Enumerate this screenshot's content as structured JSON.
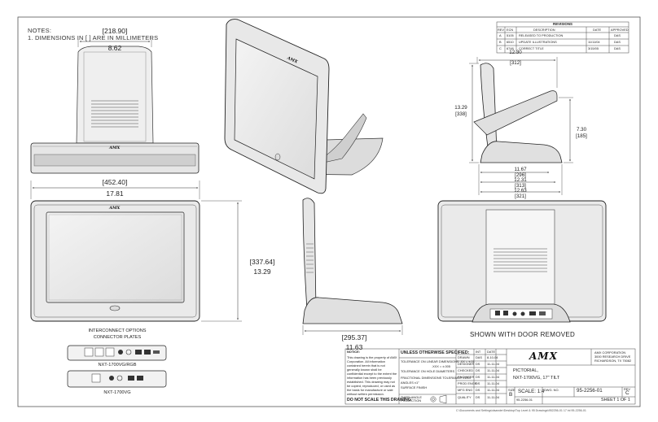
{
  "notes": {
    "heading": "NOTES:",
    "line1": "1. DIMENSIONS IN [ ] ARE IN MILLIMETERS"
  },
  "brand": {
    "logo": "AMX"
  },
  "dimensions": {
    "top_width_mm": "[218.90]",
    "top_width_in": "8.62",
    "front_width_mm": "[452.40]",
    "front_width_in": "17.81",
    "front_height_mm": "[337.64]",
    "front_height_in": "13.29",
    "side_depth_mm": "[295.37]",
    "side_depth_in": "11.63",
    "tilt_width_in": "12.30",
    "tilt_width_mm": "[312]",
    "tilt_height_in": "13.29",
    "tilt_height_mm": "[338]",
    "tilt_low_in": "7.30",
    "tilt_low_mm": "[185]",
    "base_a_in": "11.67",
    "base_a_mm": "[296]",
    "base_b_in": "12.31",
    "base_b_mm": "[313]",
    "base_c_in": "12.63",
    "base_c_mm": "[321]"
  },
  "labels": {
    "interconnect_line1": "INTERCONNECT OPTIONS",
    "interconnect_line2": "CONNECTOR PLATES",
    "plate_rgb": "NXT-1700VG/RGB",
    "plate_std": "NXT-1700VG",
    "door_removed": "SHOWN WITH DOOR REMOVED"
  },
  "revisions": {
    "title": "REVISIONS",
    "headers": [
      "REV",
      "ECN",
      "DESCRIPTION",
      "DATE",
      "APPROVED"
    ],
    "rows": [
      [
        "A",
        "5105",
        "RELEASED TO PRODUCTION",
        "",
        "DAS"
      ],
      [
        "B",
        "6510",
        "UPDATE ILLUSTRATIONS",
        "11/11/04",
        "DAS"
      ],
      [
        "C",
        "6748",
        "CORRECT TITLE",
        "3/15/05",
        "DAS"
      ]
    ]
  },
  "title_block": {
    "notice_heading": "NOTICE:",
    "notice_text": "This drawing is the property of AMX Corporation. All information contained herein that is not generally known shall be confidential except to the extent the information has been previously established. This drawing may not be copied, reproduced, or used as the basis for manufacture or sale without written permission.",
    "unless": "UNLESS OTHERWISE SPECIFIED:",
    "tolerances": [
      "TOLERANCE ON LINEAR DIMENSIONS  .XX = ±.01",
      ".XXX = ±.005",
      "TOLERANCE ON HOLE DIAMETERS",
      "FRACTIONAL DIMENSIONS TOLERANCE ±1/64",
      "ANGLES ±1°",
      "SURFACE FINISH"
    ],
    "third_angle": "THIRD ANGLE PROJECTION",
    "no_scale": "DO NOT SCALE THIS DRAWING",
    "sig_headers": [
      "",
      "INT",
      "DATE"
    ],
    "sig_rows": [
      [
        "DRAWN",
        "DAS",
        "8-10-04"
      ],
      [
        "DESIGNER",
        "DS",
        "11-11-04"
      ],
      [
        "CHECKED",
        "DS",
        "11-11-04"
      ],
      [
        "ENGINEER",
        "DS",
        "11-11-04"
      ],
      [
        "PROD ENGR",
        "DS",
        "11-11-04"
      ],
      [
        "MFG ENG",
        "DS",
        "11-11-04"
      ],
      [
        "QUALITY",
        "DS",
        "11-11-04"
      ]
    ],
    "company": "AMX CORPORATION",
    "company_addr1": "3000 RESEARCH DRIVE",
    "company_addr2": "RICHARDSON, TX 75082",
    "title_line1": "PICTORIAL,",
    "title_line2": "NXT-1700VG, 17\" TILT",
    "size_label": "SIZE",
    "size": "B",
    "scale": "SCALE: 1:4",
    "dwg_no_label": "DWG. NO.",
    "dwg_no": "95-2256-01",
    "rev_label": "REV",
    "rev": "C",
    "sheet": "SHEET 1 OF 1",
    "part_no": "95-2256-01"
  },
  "footer": {
    "path": "C:\\Documents and Settings\\dsander\\Desktop\\Top Level & 95 Drawings\\952256-01 17 inl   95-2256-01"
  }
}
